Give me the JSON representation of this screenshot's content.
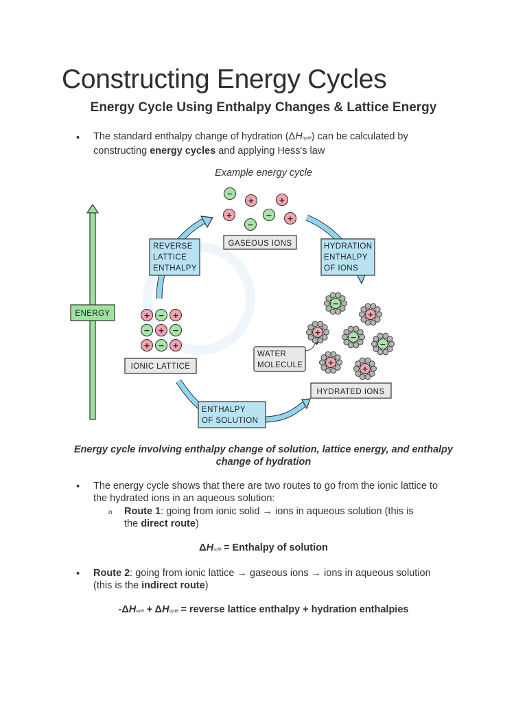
{
  "page": {
    "title": "Constructing Energy Cycles",
    "subtitle": "Energy Cycle Using Enthalpy Changes & Lattice Energy"
  },
  "intro": {
    "bullet": "•",
    "line1_pre": "The standard enthalpy change of hydration (Δ",
    "line1_H": "H",
    "line1_sub": "hyd",
    "line1_sup": "θ",
    "line1_post": ") can be calculated by",
    "line2_pre": "constructing ",
    "line2_bold": "energy cycles",
    "line2_post": " and applying Hess's law"
  },
  "diagram": {
    "caption_top": "Example energy cycle",
    "energy_axis_label": "ENERGY",
    "gaseous_ions_label": "GASEOUS IONS",
    "ionic_lattice_label": "IONIC LATTICE",
    "hydrated_ions_label": "HYDRATED IONS",
    "reverse_lattice_label": [
      "REVERSE",
      "LATTICE",
      "ENTHALPY"
    ],
    "hydration_enthalpy_label": [
      "HYDRATION",
      "ENTHALPY",
      "OF IONS"
    ],
    "enthalpy_solution_label": [
      "ENTHALPY",
      "OF SOLUTION"
    ],
    "water_molecule_label": [
      "WATER",
      "MOLECULE"
    ],
    "plus_sign": "+",
    "minus_sign": "−",
    "colors": {
      "positive": "#f4a3ad",
      "negative": "#a9e4a9",
      "box": "#b8e3f3",
      "arrow": "#8fd6f0",
      "energy_arrow": "#9fe29f"
    }
  },
  "caption_bottom": "Energy cycle involving enthalpy change of solution, lattice energy, and enthalpy change of hydration",
  "routes": {
    "intro_line1": "The energy cycle shows that there are two routes to go from the ionic lattice to",
    "intro_line2": "the hydrated ions in an aqueous solution:",
    "sub_bullet": "o",
    "route1_label": "Route 1",
    "route1_text": ": going from ionic solid → ions in aqueous solution (this is",
    "route1_line2_pre": "the ",
    "route1_line2_bold": "direct route",
    "route1_line2_post": ")",
    "eq1_H": "H",
    "eq1_sub": "sol",
    "eq1_sup": "θ",
    "eq1_text": " = Enthalpy of solution",
    "route2_label": "Route 2",
    "route2_text": ": going from ionic lattice →  gaseous ions  →  ions in aqueous solution",
    "route2_line2_pre": "(this is the ",
    "route2_line2_bold": "indirect route",
    "route2_line2_post": ")",
    "eq2_sub1": "latt",
    "eq2_sub2": "hyd",
    "eq2_sup": "θ",
    "eq2_text": "= reverse lattice enthalpy + hydration enthalpies"
  }
}
